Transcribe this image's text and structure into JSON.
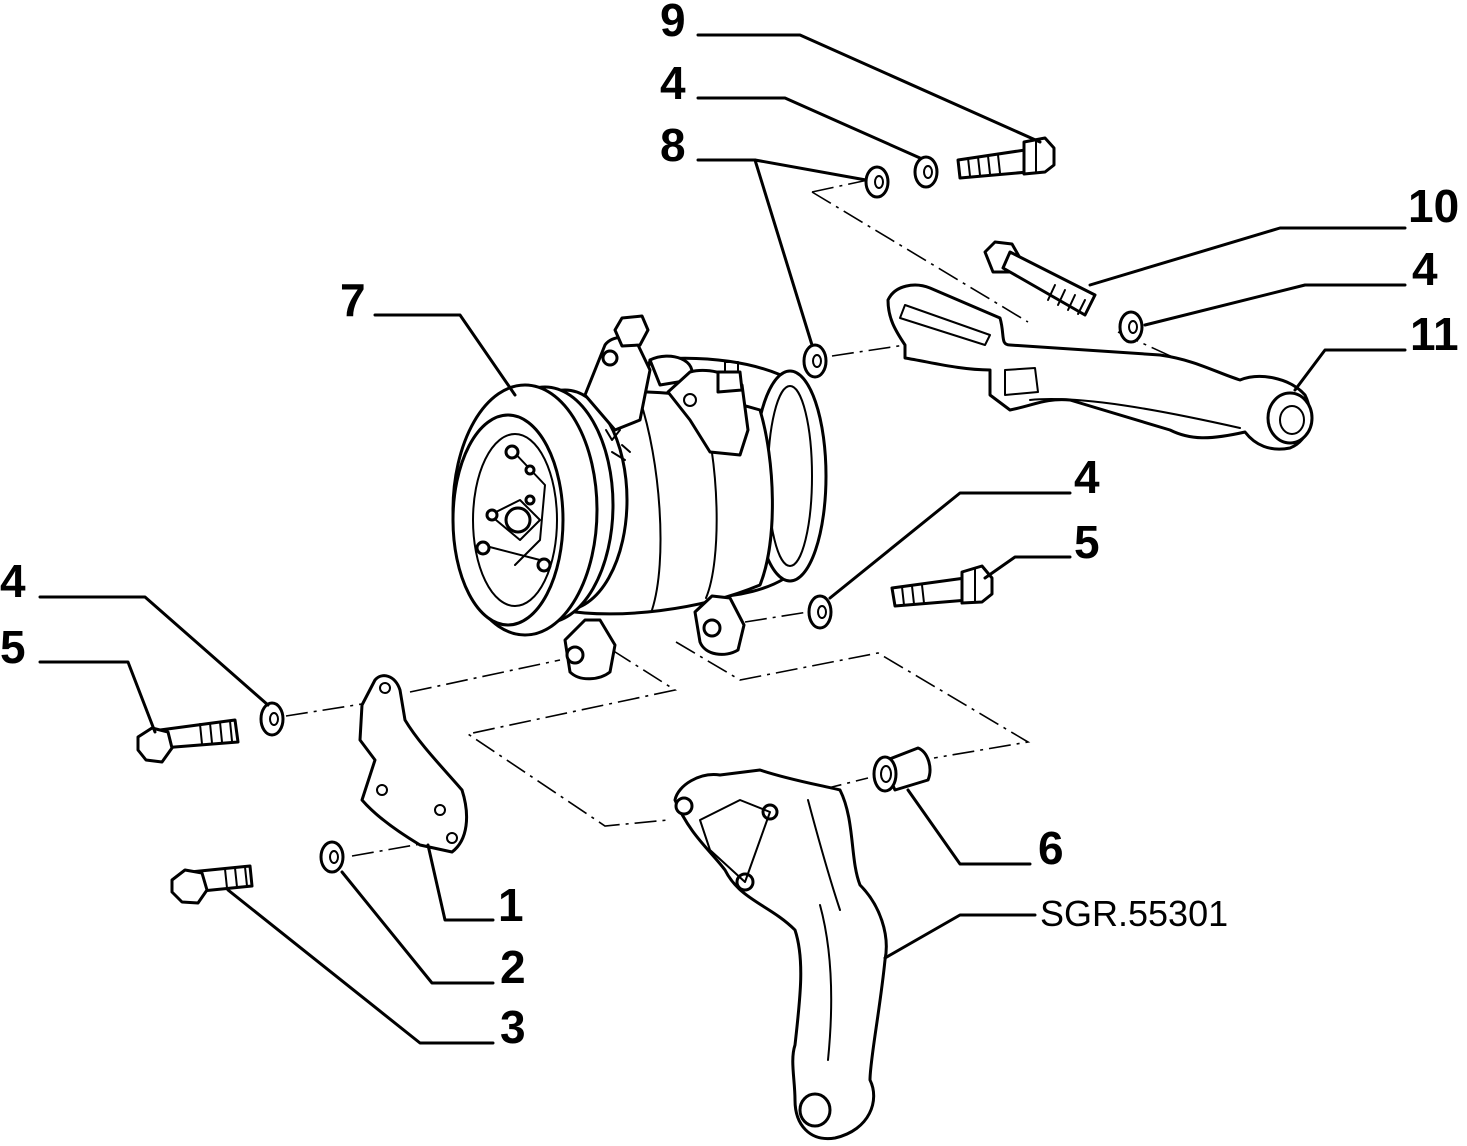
{
  "drawing": {
    "reference": "SGR.55301",
    "callouts": {
      "c9": "9",
      "c4_top": "4",
      "c8": "8",
      "c10": "10",
      "c4_right": "4",
      "c11": "11",
      "c7": "7",
      "c4_mid": "4",
      "c5_mid": "5",
      "c4_left": "4",
      "c5_left": "5",
      "c6": "6",
      "c1": "1",
      "c2": "2",
      "c3": "3"
    }
  }
}
